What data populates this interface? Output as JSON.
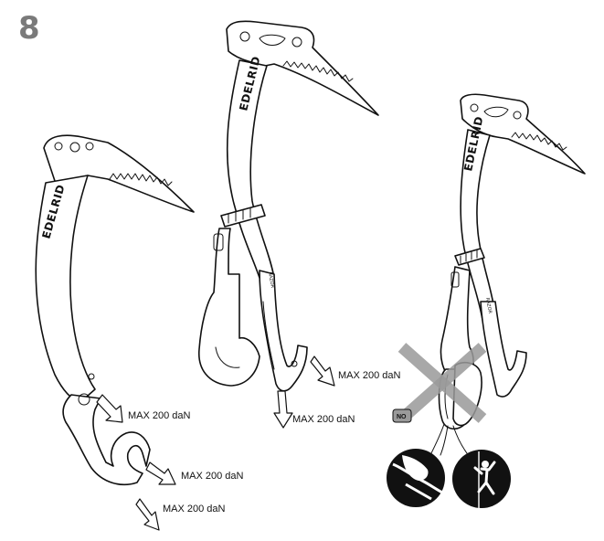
{
  "step_number": "8",
  "brand": "EDELRID",
  "handle_label": "RAZOR",
  "load_label": "MAX 200 daN",
  "no_badge": "NO",
  "icons": [
    "crossed-out-mark",
    "rope-hand-pictogram",
    "climber-pictogram"
  ]
}
